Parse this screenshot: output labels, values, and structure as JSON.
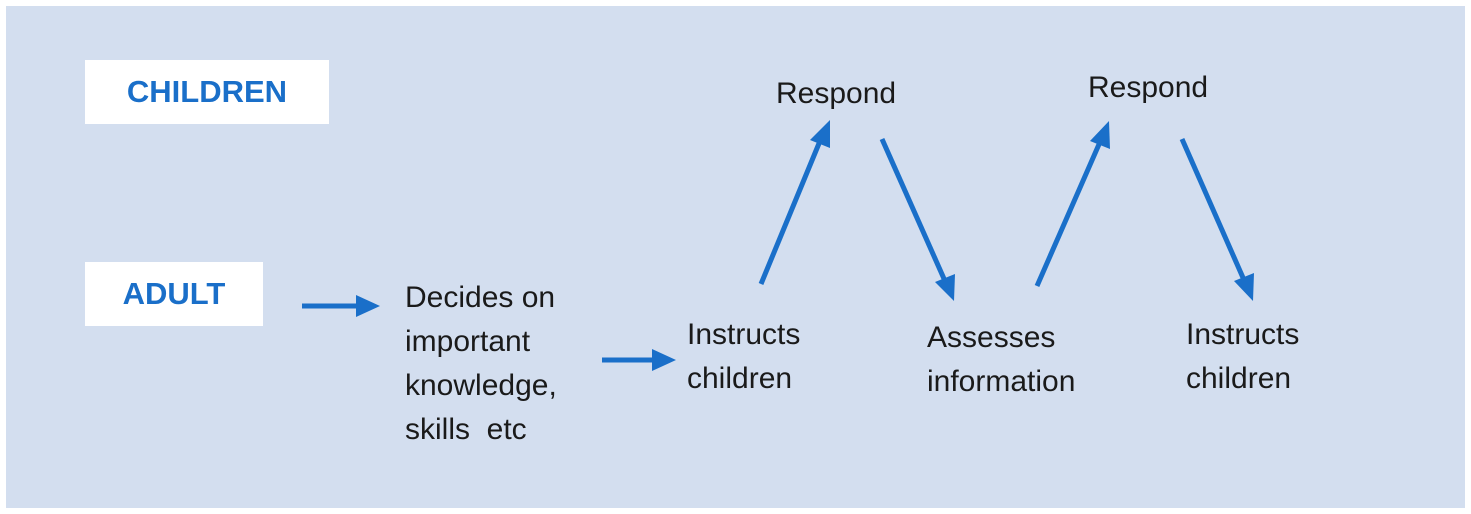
{
  "diagram": {
    "colors": {
      "background": "#d3deef",
      "label_box": "#ffffff",
      "label_text": "#1a6fc9",
      "arrow": "#1a6fc9",
      "node_text": "#1a1a1a"
    },
    "roles": {
      "children": "CHILDREN",
      "adult": "ADULT"
    },
    "nodes": {
      "decides": [
        "Decides on",
        "important",
        "knowledge,",
        "skills  etc"
      ],
      "instructs_1": [
        "Instructs",
        "children"
      ],
      "respond_1": "Respond",
      "assesses": [
        "Assesses",
        "information"
      ],
      "respond_2": "Respond",
      "instructs_2": [
        "Instructs",
        "children"
      ]
    },
    "flow": [
      {
        "from": "adult",
        "to": "decides"
      },
      {
        "from": "decides",
        "to": "instructs_1"
      },
      {
        "from": "instructs_1",
        "to": "respond_1"
      },
      {
        "from": "respond_1",
        "to": "assesses"
      },
      {
        "from": "assesses",
        "to": "respond_2"
      },
      {
        "from": "respond_2",
        "to": "instructs_2"
      }
    ]
  }
}
